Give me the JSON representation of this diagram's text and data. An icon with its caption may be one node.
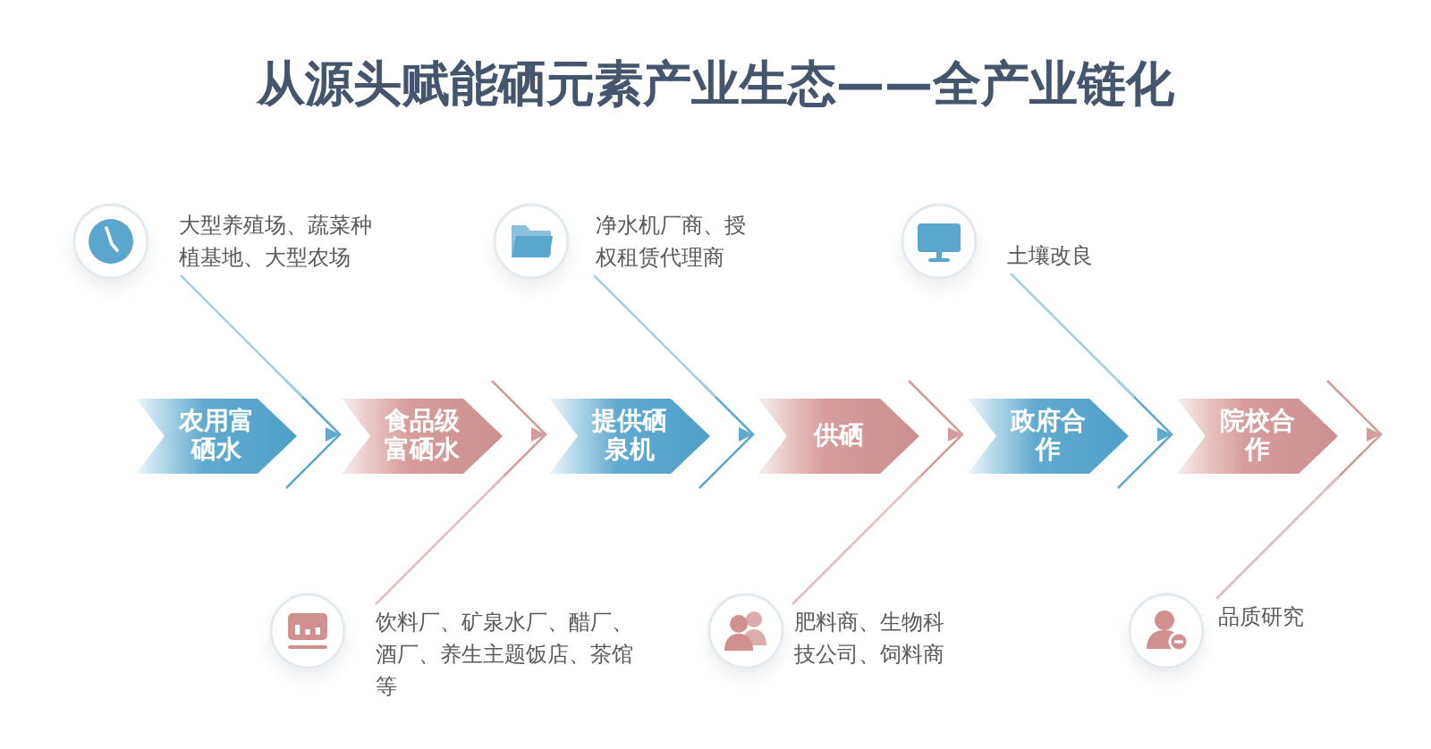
{
  "diagram": {
    "title": "从源头赋能硒元素产业生态——全产业链化",
    "nodes": [
      {
        "text": [
          "大型养殖场、蔬菜种植基地、大型农场"
        ]
      },
      {
        "text": [
          "净水机厂商、授权租赁代理商"
        ]
      },
      {
        "text": [
          "土壤改良"
        ]
      },
      {
        "text": [
          "农用富硒水"
        ]
      },
      {
        "text": [
          "食品级富硒水"
        ]
      },
      {
        "text": [
          "提供硒泉机"
        ]
      },
      {
        "text": [
          "供硒"
        ]
      },
      {
        "text": [
          "政府合作"
        ]
      },
      {
        "text": [
          "院校合作"
        ]
      },
      {
        "text": [
          "饮料厂、矿泉水厂、醋厂、酒厂、养生主题饭店、茶馆等"
        ]
      },
      {
        "text": [
          "肥料商、生物科技公司、饲料商"
        ]
      },
      {
        "text": [
          "品质研究"
        ]
      }
    ],
    "edges": [
      {
        "from": 3,
        "to": 4,
        "arrow": "to",
        "color": "#5fa8ce"
      },
      {
        "from": 4,
        "to": 5,
        "arrow": "to",
        "color": "#d49c9a"
      },
      {
        "from": 5,
        "to": 6,
        "arrow": "to",
        "color": "#5fa8ce"
      },
      {
        "from": 6,
        "to": 7,
        "arrow": "to",
        "color": "#d49c9a"
      },
      {
        "from": 7,
        "to": 8,
        "arrow": "to",
        "color": "#5fa8ce"
      },
      {
        "from": 8,
        "to": null,
        "arrow": "to",
        "color": "#d49c9a"
      },
      {
        "from": 0,
        "to": 3,
        "arrow": "none",
        "color": "#a9cfe2"
      },
      {
        "from": 1,
        "to": 5,
        "arrow": "none",
        "color": "#a9cfe2"
      },
      {
        "from": 2,
        "to": 7,
        "arrow": "none",
        "color": "#a9cfe2"
      },
      {
        "from": 9,
        "to": 4,
        "arrow": "none",
        "color": "#e3bdbc"
      },
      {
        "from": 10,
        "to": 6,
        "arrow": "none",
        "color": "#e3bdbc"
      },
      {
        "from": 11,
        "to": 8,
        "arrow": "none",
        "color": "#e3bdbc"
      }
    ]
  }
}
